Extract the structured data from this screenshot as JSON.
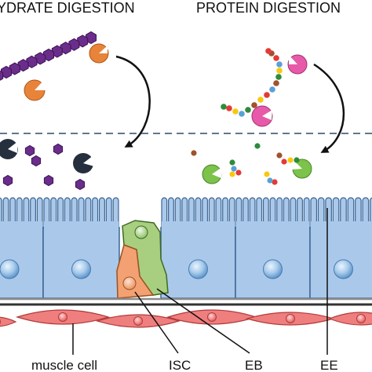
{
  "titles": {
    "left": "YDRATE DIGESTION",
    "right": "PROTEIN DIGESTION"
  },
  "labels": {
    "muscle": "muscle cell",
    "isc": "ISC",
    "eb": "EB",
    "ee": "EE"
  },
  "colors": {
    "enterocyte_fill": "#aac9ea",
    "enterocyte_stroke": "#3d6594",
    "nucleus": "#7fb0dd",
    "isc_fill": "#f3a173",
    "eb_fill": "#a8cf80",
    "muscle_fill": "#ef7f7f",
    "sugar": "#6b2d8c",
    "enzyme_orange": "#e8843a",
    "enzyme_black": "#252f3e",
    "enzyme_pink": "#e75aa9",
    "enzyme_green": "#7cc24b"
  }
}
